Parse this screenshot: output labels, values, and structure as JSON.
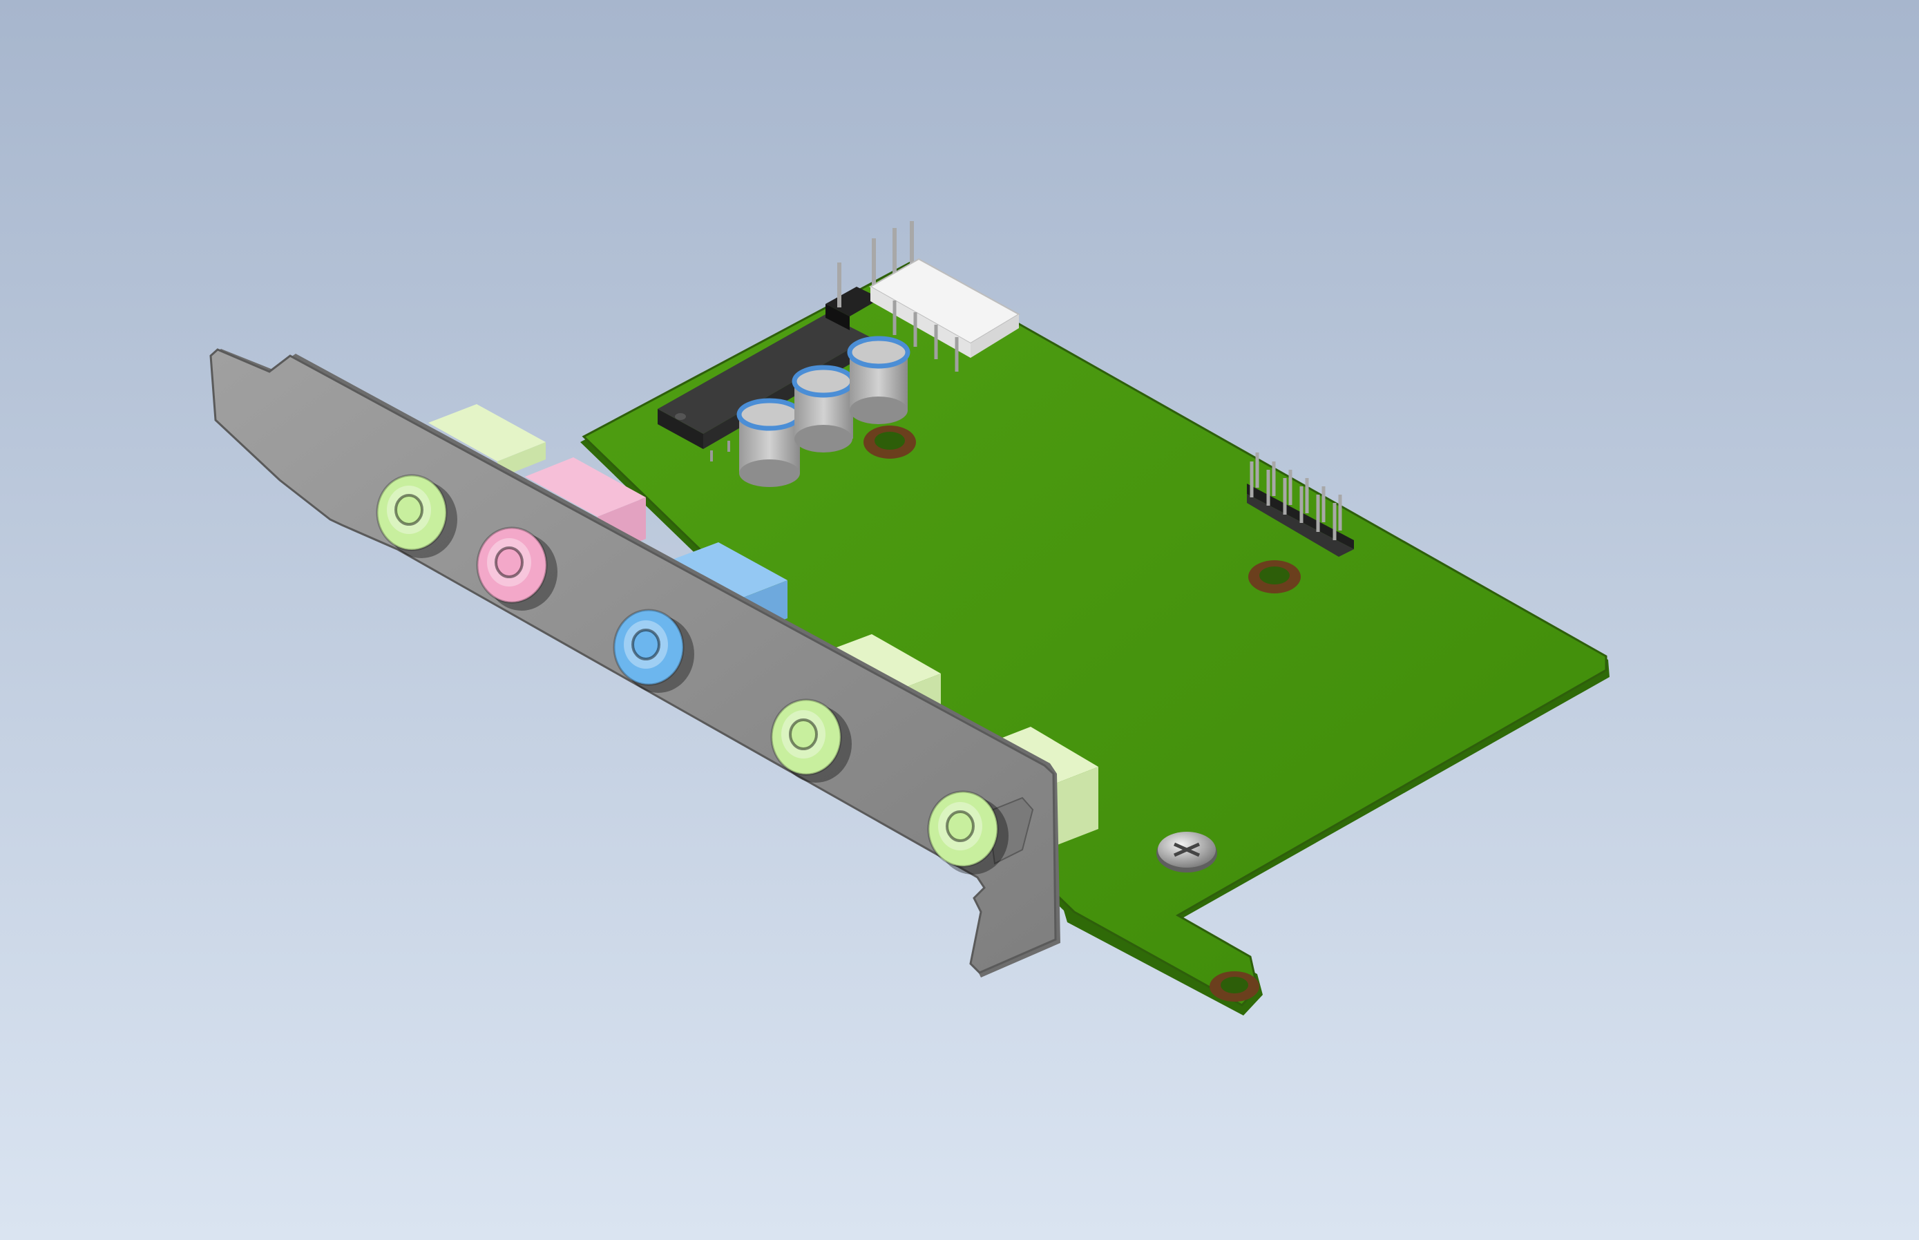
{
  "scene": {
    "description_visible_text": "",
    "colors": {
      "background_top": "#a7b6cd",
      "background_bottom": "#dae4f1",
      "pcb_top": "#4a9a0e",
      "pcb_side": "#3a7d0a",
      "bracket": "#8f8f8f",
      "bracket_dark": "#6e6e6e",
      "jack_green": "#c8ef9e",
      "jack_pink": "#f3a8c9",
      "jack_blue": "#6cb6ee",
      "chip": "#2c2c2c",
      "capacitor": "#b9b9b9",
      "capacitor_ring": "#4b8ed6",
      "connector_white": "#efefef",
      "mount_hole_ring": "#7a4a22",
      "pin_metal": "#9a9a9a"
    },
    "jacks": [
      {
        "color_key": "jack_green"
      },
      {
        "color_key": "jack_pink"
      },
      {
        "color_key": "jack_blue"
      },
      {
        "color_key": "jack_green"
      },
      {
        "color_key": "jack_green"
      }
    ]
  }
}
